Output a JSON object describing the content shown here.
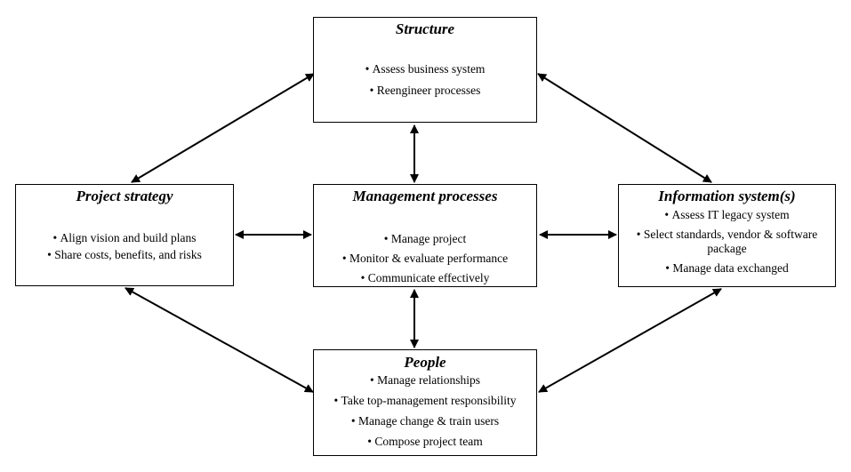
{
  "diagram": {
    "structure": {
      "title": "Structure",
      "items": [
        "Assess business system",
        "Reengineer processes"
      ]
    },
    "project_strategy": {
      "title": "Project strategy",
      "items": [
        "Align vision and build plans",
        "Share costs, benefits, and risks"
      ]
    },
    "management_processes": {
      "title": "Management processes",
      "items": [
        "Manage project",
        "Monitor & evaluate performance",
        "Communicate effectively"
      ]
    },
    "information_systems": {
      "title": "Information system(s)",
      "items": [
        "Assess IT legacy system",
        "Select standards, vendor & software package",
        "Manage data exchanged"
      ]
    },
    "people": {
      "title": "People",
      "items": [
        "Manage relationships",
        "Take top-management responsibility",
        "Manage change & train users",
        "Compose project team"
      ]
    },
    "colors": {
      "stroke": "#000000",
      "background": "#ffffff"
    }
  }
}
